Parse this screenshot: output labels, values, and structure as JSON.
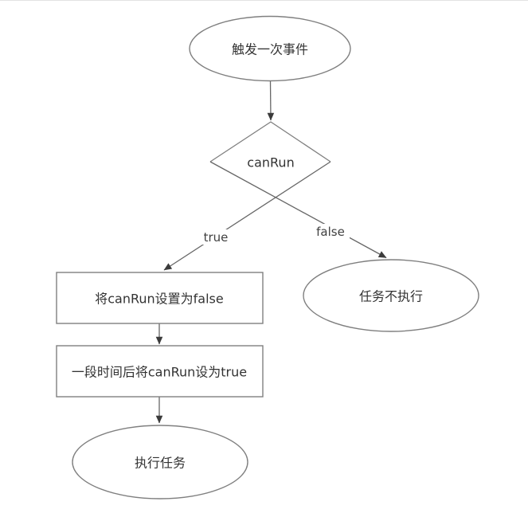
{
  "diagram": {
    "type": "flowchart",
    "background": "#ffffff",
    "colors": {
      "shape_stroke": "#7f7f7f",
      "connector_stroke": "#666666",
      "arrowhead_fill": "#3b3b3b",
      "text": "#333333"
    },
    "nodes": [
      {
        "id": "start",
        "shape": "ellipse",
        "label": "触发一次事件"
      },
      {
        "id": "decision",
        "shape": "diamond",
        "label": "canRun"
      },
      {
        "id": "set-canrun-false",
        "shape": "rect",
        "label": "将canRun设置为false"
      },
      {
        "id": "reset-canrun-true",
        "shape": "rect",
        "label": "一段时间后将canRun设为true"
      },
      {
        "id": "run-task",
        "shape": "ellipse",
        "label": "执行任务"
      },
      {
        "id": "skip-task",
        "shape": "ellipse",
        "label": "任务不执行"
      }
    ],
    "edges": [
      {
        "from": "start",
        "to": "decision",
        "label": ""
      },
      {
        "from": "decision",
        "to": "set-canrun-false",
        "label": "true"
      },
      {
        "from": "decision",
        "to": "skip-task",
        "label": "false"
      },
      {
        "from": "set-canrun-false",
        "to": "reset-canrun-true",
        "label": ""
      },
      {
        "from": "reset-canrun-true",
        "to": "run-task",
        "label": ""
      }
    ]
  }
}
